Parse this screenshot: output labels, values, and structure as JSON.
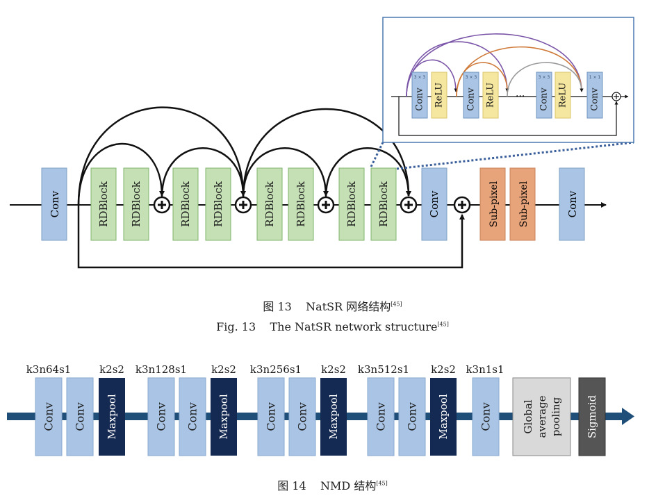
{
  "fig13": {
    "blocks": {
      "conv_in": "Conv",
      "rdb": "RDBlock",
      "conv_mid": "Conv",
      "subpixel": "Sub-pixel",
      "conv_out": "Conv"
    },
    "inset": {
      "conv": "Conv",
      "kernel": "3 × 3",
      "kernel_last": "1 × 1",
      "relu": "ReLU",
      "ellipsis": "···"
    },
    "caption_cn": "图 13    NatSR 网络结构",
    "caption_en": "Fig. 13    The NatSR network structure",
    "ref": "[45]"
  },
  "fig14": {
    "labels_top": [
      "k3n64s1",
      "k2s2",
      "k3n128s1",
      "k2s2",
      "k3n256s1",
      "k2s2",
      "k3n512s1",
      "k2s2",
      "k3n1s1"
    ],
    "conv": "Conv",
    "maxpool": "Maxpool",
    "gap": [
      "Global",
      "average",
      "pooling"
    ],
    "sigmoid": "Sigmoid",
    "caption": "图 14    NMD 结构",
    "ref": "[45]"
  },
  "colors": {
    "conv_blue": "#a9c4e4",
    "rdb_green": "#c4e0b4",
    "subpixel_orange": "#e7a47b",
    "maxpool_navy": "#142a52",
    "gap_gray": "#d9d9d9",
    "sigmoid_dark": "#555555",
    "relu_yellow": "#f6e7a0",
    "arrow_navy": "#1f4e79"
  }
}
